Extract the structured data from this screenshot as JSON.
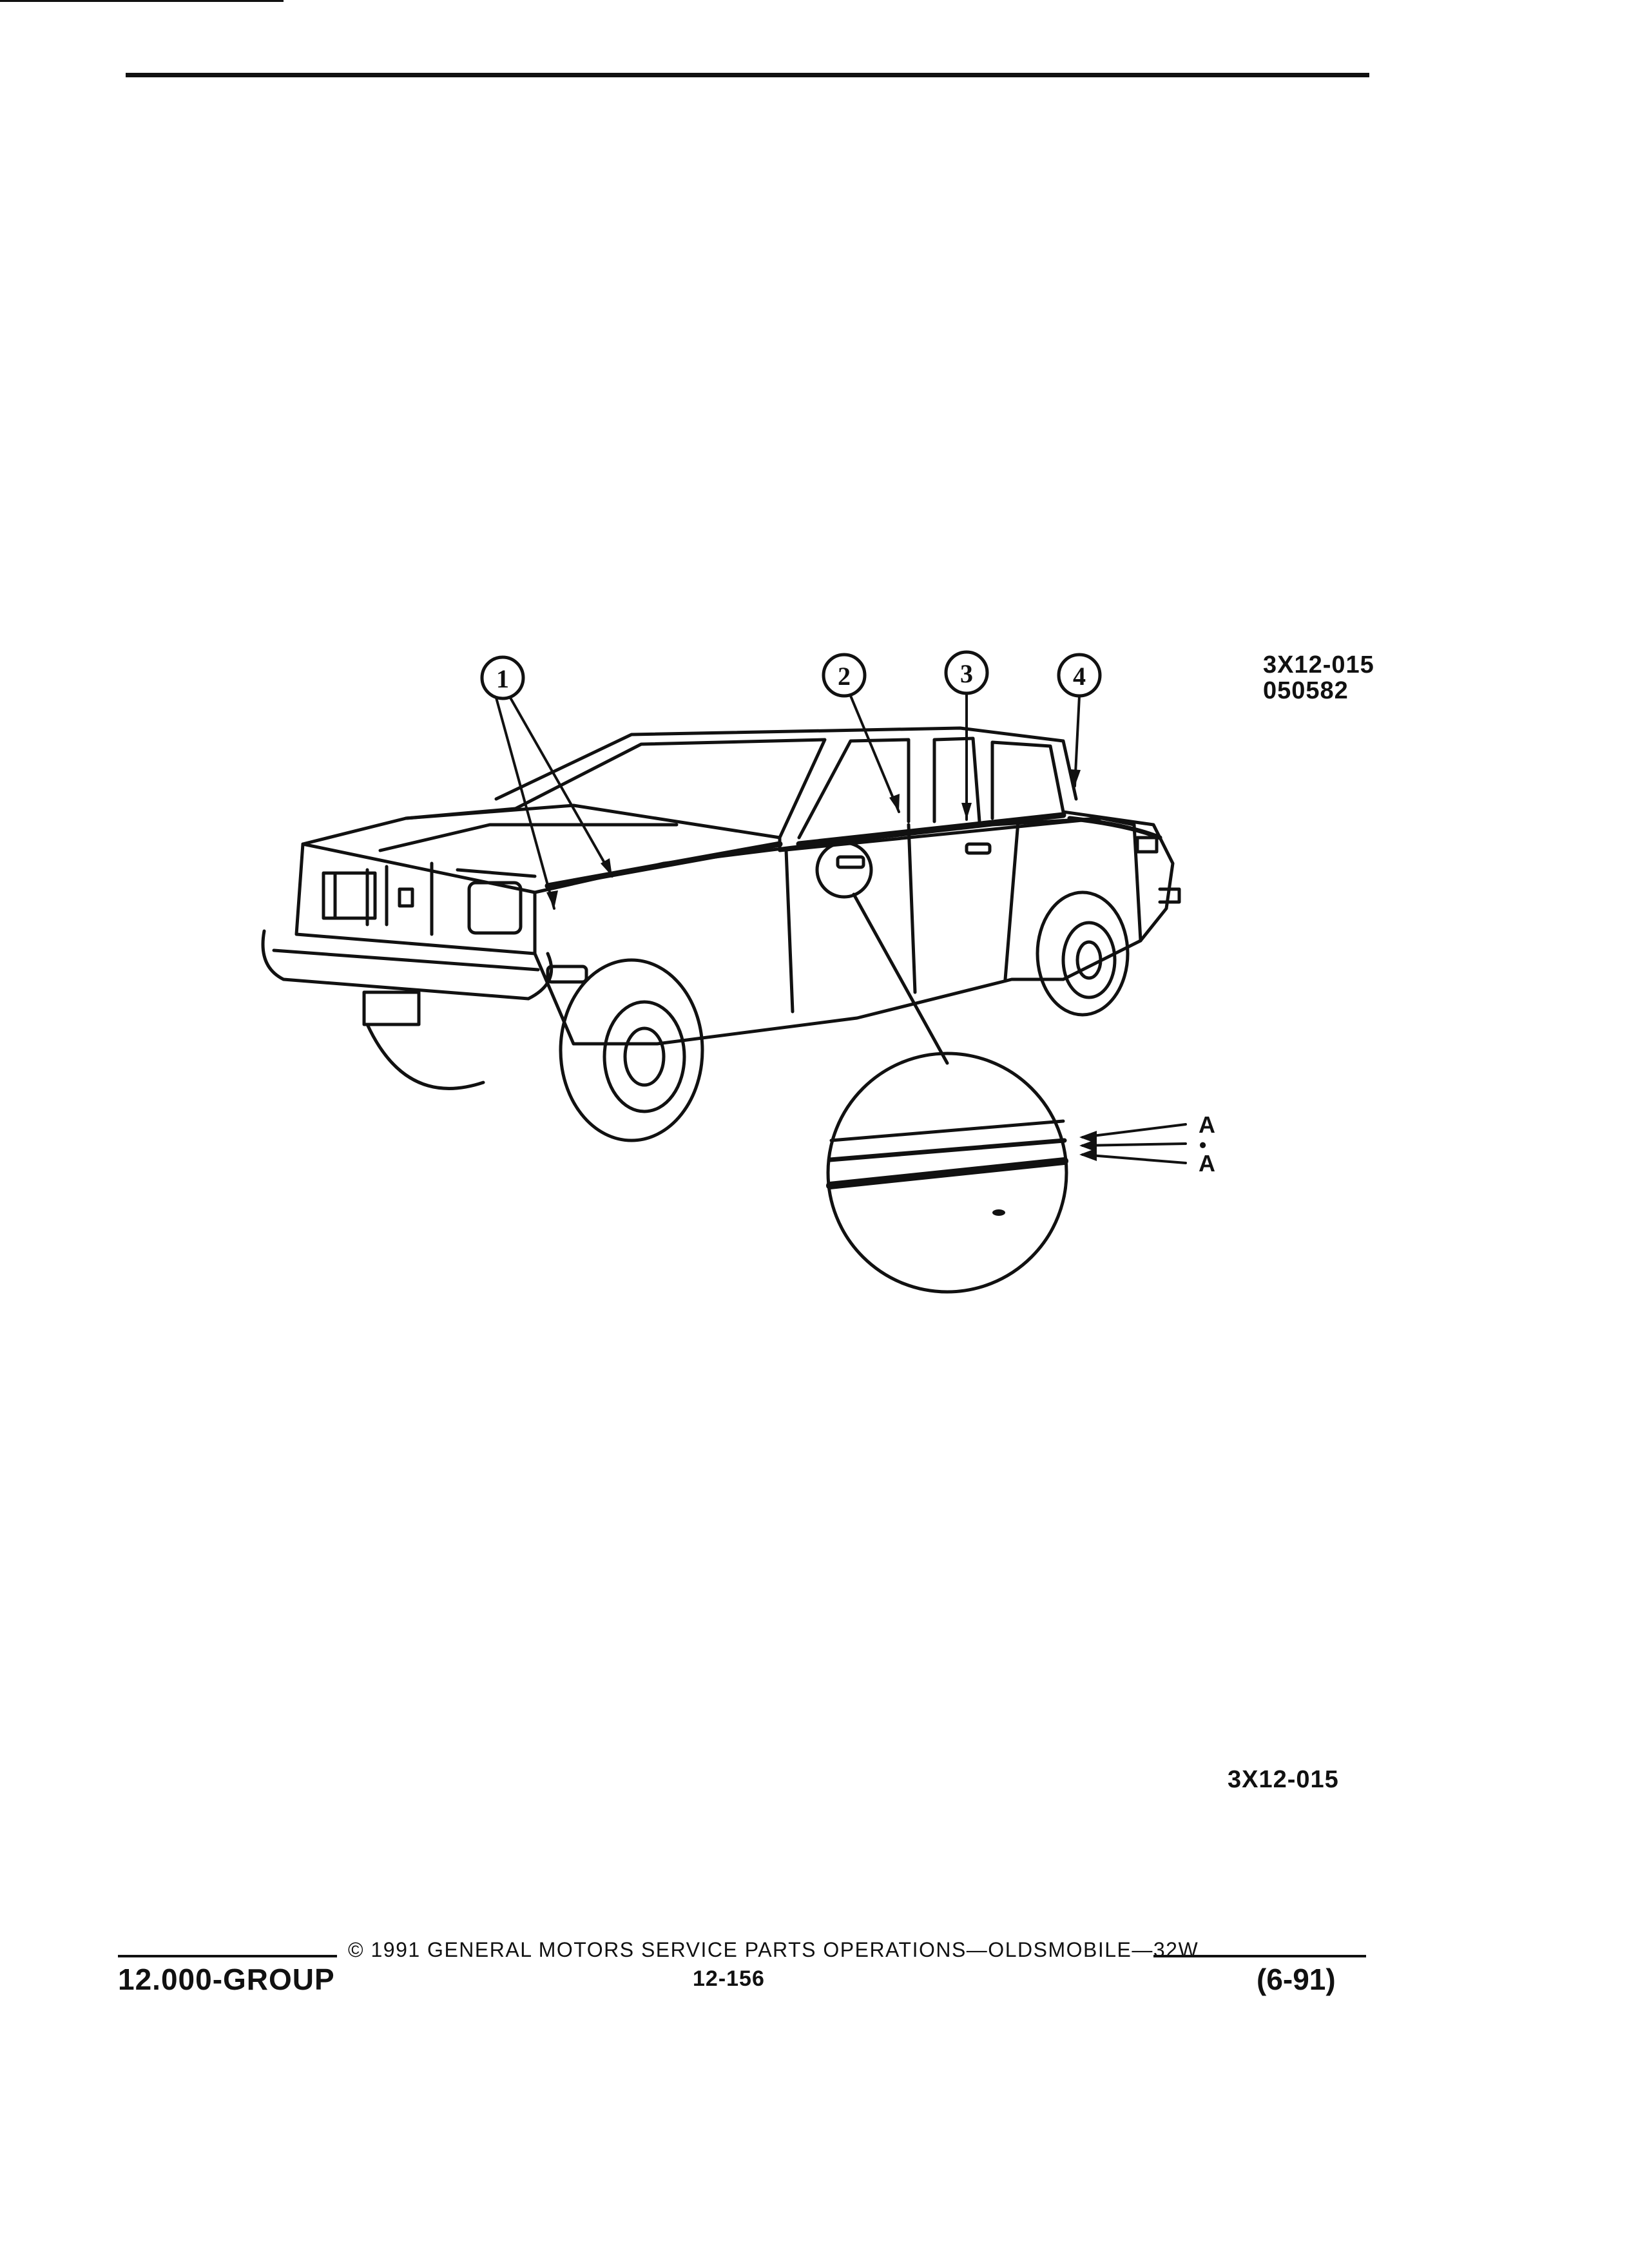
{
  "figure": {
    "id_line1": "3X12-015",
    "id_line2": "050582",
    "callouts": [
      "1",
      "2",
      "3",
      "4"
    ],
    "detail_labels": [
      "A",
      "•",
      "A"
    ],
    "bottom_label": "3X12-015"
  },
  "footer": {
    "copyright": "© 1991 GENERAL MOTORS SERVICE PARTS OPERATIONS—OLDSMOBILE—32W",
    "group": "12.000-GROUP",
    "page": "12-156",
    "date": "(6-91)"
  }
}
